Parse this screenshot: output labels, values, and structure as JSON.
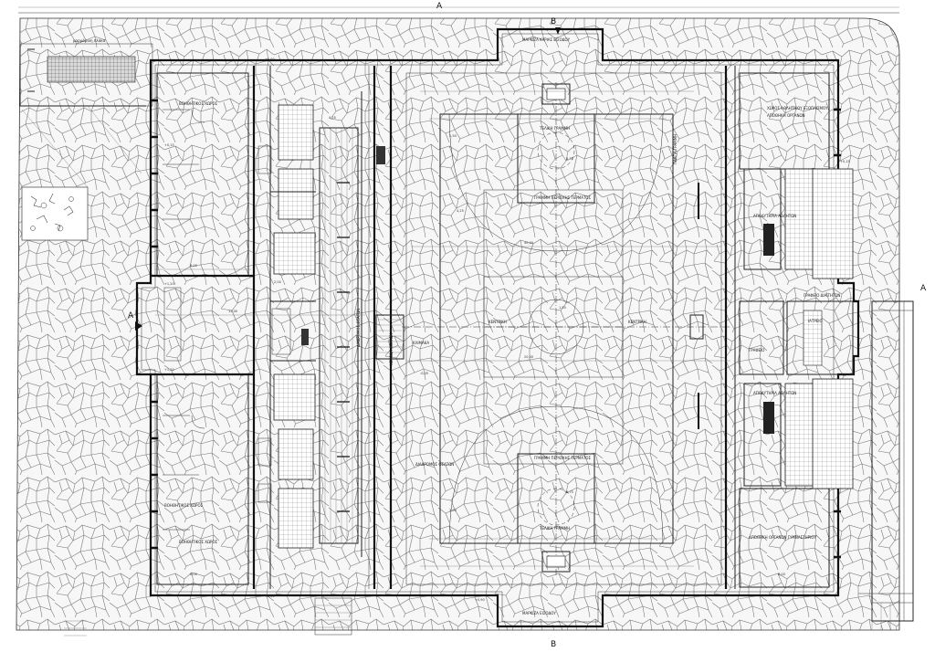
{
  "section_markers": {
    "a_left": "A",
    "a_right": "A",
    "b_top": "B",
    "b_bottom": "B",
    "top_center": "A"
  },
  "labels": {
    "top_entrance": "ΜΑΡΚΙΖΑ ΚΥΡΙΑΣ ΕΙΣΟΔΟΥ",
    "bottom_entrance": "ΜΑΡΚΙΖΑ ΕΙΣΟΔΟΥ",
    "top_left_note": "μαρμάρινη πλάκα",
    "left_room_top": "ΒΟΗΘΗΤΙΚΟΣ ΧΩΡΟΣ",
    "left_room_bottom": "ΒΟΗΘΗΤΙΚΟΣ ΧΩΡΟΣ",
    "left_corridor": "ΔΙΑΔΡΟΜΟΣ ΘΕΑΤΩΝ",
    "stand_label": "ΚΕΡΚΙΔΑ ΘΕΑΤΩΝ",
    "court_top_line": "ΤΕΛΙΚΗ ΓΡΑΜΜΗ",
    "court_bottom_line": "ΤΕΛΙΚΗ ΓΡΑΜΜΗ",
    "court_side_line": "ΠΛΑΓΙΑ ΓΡΑΜΜΗ",
    "court_center_left": "ΚΕΝΤΡΙΚΗ",
    "court_center_right": "ΚΕΝΤΡΙΚΗ",
    "goal_area_top": "ΓΡΑΜΜΗ ΠΕΡΙΟΧΗΣ ΤΕΡΜΑΤΟΣ",
    "goal_area_bottom": "ΓΡΑΜΜΗ ΠΕΡΙΟΧΗΣ ΤΕΡΜΑΤΟΣ",
    "right_top_room": "ΧΩΡΟΣ ΑΘΛΗΤΙΚΟΥ ΕΞΟΠΛΙΣΜΟΥ",
    "right_top_room2": "ΑΠΟΘΗΚΗ ΟΡΓΑΝΩΝ",
    "right_changing_top": "ΑΠΟΔΥΤΗΡΙΑ ΑΘΛΗΤΩΝ",
    "right_changing_bottom": "ΑΠΟΔΥΤΗΡΙΑ ΑΘΛΗΤΩΝ",
    "right_office": "ΓΡΑΦΕΙΟ",
    "right_first_aid": "ΙΑΤΡΕΙΟ",
    "right_referee": "ΓΡΑΦΕΙΟ ΔΙΑΙΤΗΤΩΝ",
    "right_bottom_room": "ΑΠΟΘΗΚΗ ΟΡΓΑΝΩΝ ΓΥΜΝΑΣΤΗΡΙΟΥ",
    "left_lower_label": "ΒΟΗΘΗΤΙΚΟΣ ΧΩΡΟΣ",
    "stair_label": "ΚΛΙΜΑΚΑ"
  },
  "dimensions": {
    "court_length": "40,00",
    "court_width": "20,00",
    "overall_width": "12,00",
    "stand_depth": "4,25",
    "room_width": "6,00",
    "right_width": "8,00",
    "misc1": "2,50",
    "misc2": "3,00",
    "misc3": "6,75",
    "misc4": "1,50",
    "misc5": "0,25",
    "misc6": "2,00"
  },
  "elevations": {
    "e1": "+0,00",
    "e2": "+0,15",
    "e3": "-0,05",
    "e4": "+1,20",
    "e5": "+0,90"
  }
}
